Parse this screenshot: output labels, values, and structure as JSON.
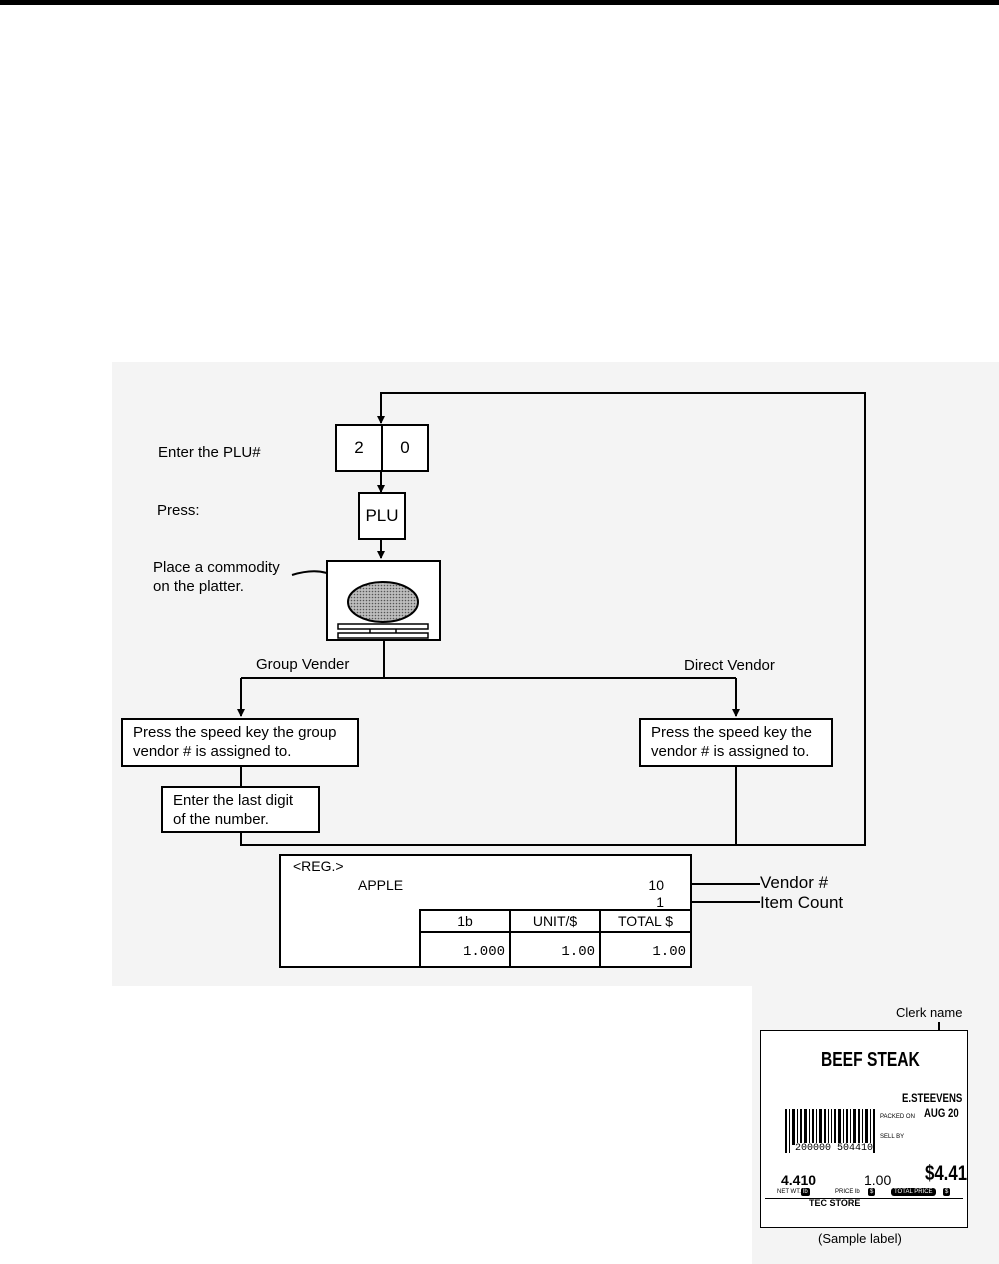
{
  "diagram": {
    "step1_label": "Enter the PLU#",
    "keys": [
      "2",
      "0"
    ],
    "step2_label": "Press:",
    "plu_key": "PLU",
    "step3_line1": "Place a commodity",
    "step3_line2": "on the platter.",
    "branch_left": "Group Vender",
    "branch_right": "Direct Vendor",
    "group_box_line1": "Press the speed key the group",
    "group_box_line2": "vendor # is assigned to.",
    "digit_box_line1": "Enter the last digit",
    "digit_box_line2": "of the number.",
    "direct_box_line1": "Press the speed key the",
    "direct_box_line2": "vendor # is assigned to."
  },
  "display": {
    "mode": "<REG.>",
    "item_name": "APPLE",
    "vendor_value": "10",
    "count_value": "1",
    "vendor_arrow": "<",
    "count_arrow": "<",
    "vendor_label": "Vendor #",
    "count_label": "Item Count",
    "columns": [
      "1b",
      "UNIT/$",
      "TOTAL $"
    ],
    "values": [
      "1.000",
      "1.00",
      "1.00"
    ]
  },
  "sample_label": {
    "callout": "Clerk name",
    "product": "BEEF STEAK",
    "clerk": "E.STEEVENS",
    "packed_on_label": "PACKED ON",
    "packed_on_date": "AUG 20",
    "sell_by_label": "SELL BY",
    "barcode_number": "200000 504410",
    "net_weight": "4.410",
    "unit_price": "1.00",
    "total_price": "$4.41",
    "net_wt_label": "NET WT.",
    "net_wt_unit": "lb",
    "price_label": "PRICE lb",
    "price_unit": "$",
    "total_price_label": "TOTAL PRICE",
    "total_price_unit": "$",
    "store": "TEC STORE",
    "caption": "(Sample label)"
  }
}
